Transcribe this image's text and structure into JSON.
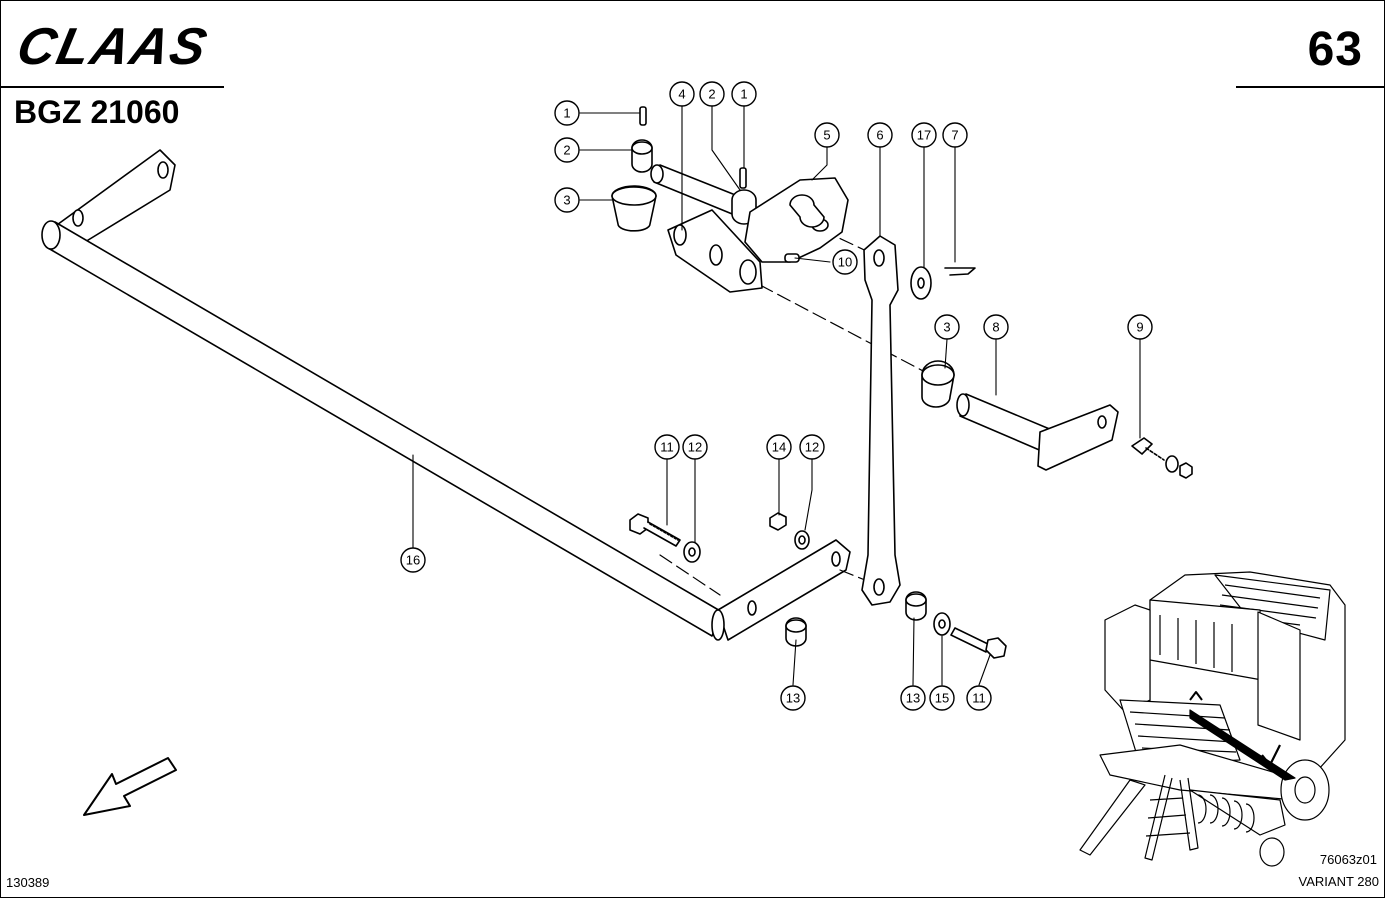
{
  "header": {
    "brand": "CLAAS",
    "page_number": "63",
    "document_code": "BGZ 21060"
  },
  "footer": {
    "left_code": "130389",
    "figure_ref": "76063z01",
    "model": "VARIANT 280"
  },
  "callouts": [
    "1",
    "2",
    "4",
    "2",
    "1",
    "5",
    "6",
    "17",
    "7",
    "3",
    "10",
    "3",
    "8",
    "9",
    "11",
    "12",
    "14",
    "12",
    "16",
    "13",
    "13",
    "15",
    "11"
  ],
  "icons": {
    "direction_arrow": "arrow-down-left-icon"
  }
}
